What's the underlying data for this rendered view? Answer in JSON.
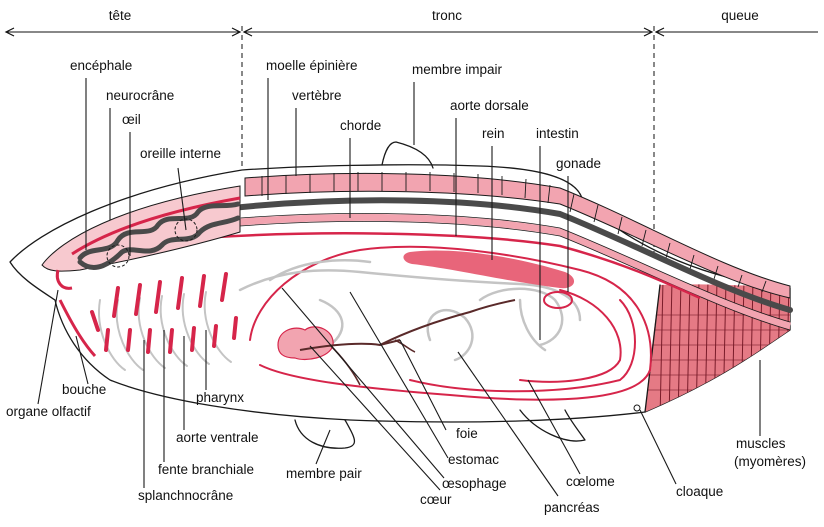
{
  "regions": {
    "head": "tête",
    "trunk": "tronc",
    "tail": "queue"
  },
  "labels": {
    "brain": "encéphale",
    "neurocranium": "neurocrâne",
    "eye": "œil",
    "inner_ear": "oreille interne",
    "spinal_cord": "moelle épinière",
    "vertebra": "vertèbre",
    "notochord": "chorde",
    "median_fin": "membre impair",
    "dorsal_aorta": "aorte dorsale",
    "kidney": "rein",
    "intestine": "intestin",
    "gonad": "gonade",
    "mouth": "bouche",
    "olfactory_organ": "organe olfactif",
    "pharynx": "pharynx",
    "ventral_aorta": "aorte ventrale",
    "gill_slit": "fente branchiale",
    "splanchnocranium": "splanchnocrâne",
    "paired_fin": "membre pair",
    "heart": "cœur",
    "esophagus": "œsophage",
    "stomach": "estomac",
    "liver": "foie",
    "coelom": "cœlome",
    "pancreas": "pancréas",
    "cloaca": "cloaque",
    "muscles_line1": "muscles",
    "muscles_line2": "(myomères)"
  },
  "colors": {
    "outline": "#1a1a1a",
    "red": "#d6254a",
    "pink": "#f2a4b0",
    "light_pink": "#f7c9cf",
    "grey": "#c4c4c4",
    "dark_grey": "#4a4a4a"
  }
}
